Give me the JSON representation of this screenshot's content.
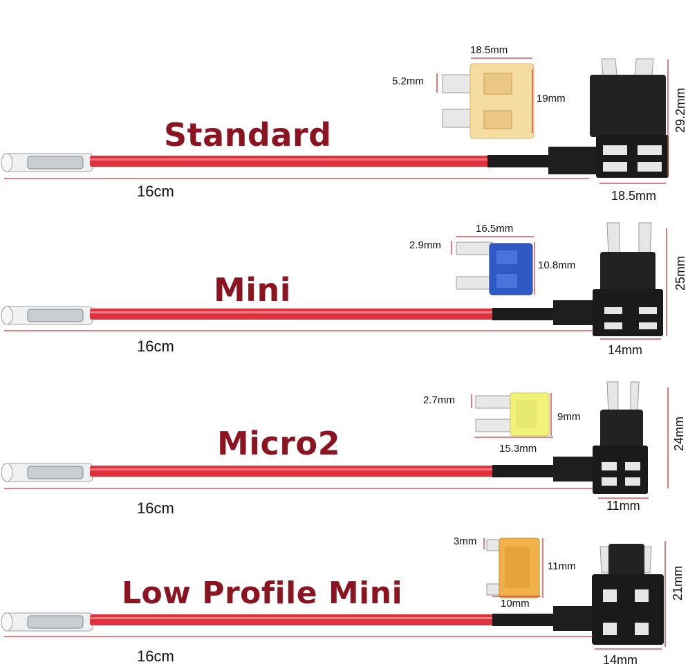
{
  "colors": {
    "title": "#8b1420",
    "wire": "#e0323c",
    "dimension_line": "#d0353a",
    "holder": "#1a1a1a",
    "fuse_standard": "#f5dca0",
    "fuse_mini": "#2f59c4",
    "fuse_micro2": "#f2f27a",
    "fuse_low_profile": "#f0b04a"
  },
  "panels": [
    {
      "name": "Standard",
      "wire_length": "16cm",
      "fuse_width": "18.5mm",
      "fuse_blade": "5.2mm",
      "fuse_height": "19mm",
      "holder_height": "29.2mm",
      "holder_width": "18.5mm"
    },
    {
      "name": "Mini",
      "wire_length": "16cm",
      "fuse_width": "16.5mm",
      "fuse_blade": "2.9mm",
      "fuse_height": "10.8mm",
      "holder_height": "25mm",
      "holder_width": "14mm"
    },
    {
      "name": "Micro2",
      "wire_length": "16cm",
      "fuse_width": "15.3mm",
      "fuse_blade": "2.7mm",
      "fuse_height": "9mm",
      "holder_height": "24mm",
      "holder_width": "11mm"
    },
    {
      "name": "Low Profile Mini",
      "wire_length": "16cm",
      "fuse_width": "10mm",
      "fuse_blade": "3mm",
      "fuse_height": "11mm",
      "holder_height": "21mm",
      "holder_width": "14mm"
    }
  ]
}
